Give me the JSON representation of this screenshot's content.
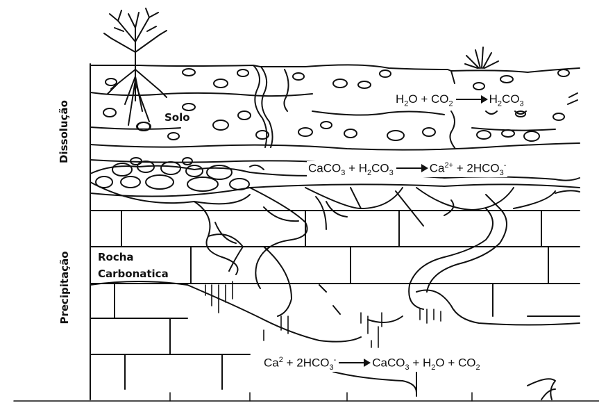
{
  "labels": {
    "solo": "Solo",
    "rocha_line1": "Rocha",
    "rocha_line2": "Carbonatica",
    "dissolucao": "Dissolução",
    "precipitacao": "Precipitação"
  },
  "equations": {
    "eq1": {
      "left_a": "H",
      "left_a_sub": "2",
      "left_b": "O + CO",
      "left_b_sub": "2",
      "right_a": "H",
      "right_a_sub": "2",
      "right_b": "CO",
      "right_b_sub": "3"
    },
    "eq2": {
      "l1": "CaCO",
      "l1_sub": "3",
      "l2": " + H",
      "l2_sub": "2",
      "l3": "CO",
      "l3_sub": "3",
      "r1": "Ca",
      "r1_sup": "2+",
      "r2": " + 2HCO",
      "r2_sub": "3",
      "r2_sup": "-"
    },
    "eq3": {
      "l1": "Ca",
      "l1_sup": "2",
      "l2": " + 2HCO",
      "l2_sub": "3",
      "l2_sup": "-",
      "r1": "CaCO",
      "r1_sub": "3",
      "r2": " + H",
      "r2_sub": "2",
      "r3": "O + CO",
      "r3_sub": "2"
    }
  },
  "colors": {
    "line": "#111111",
    "background": "#ffffff"
  }
}
